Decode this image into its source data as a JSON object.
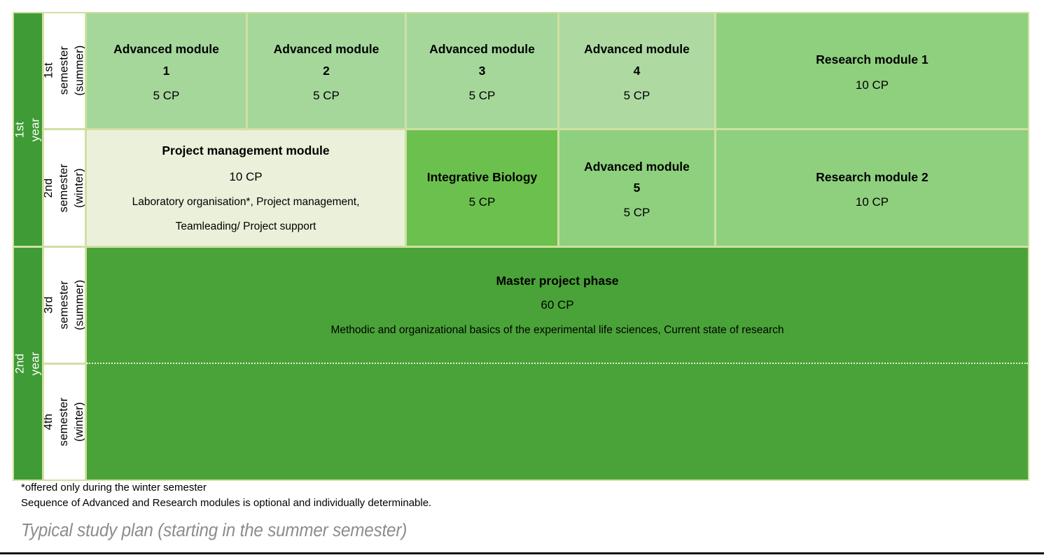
{
  "palette": {
    "year_green": "#3f9b35",
    "master_green": "#4aa338",
    "integrative_green": "#6cc14e",
    "research_green": "#8ed07e",
    "advanced_green": "#a5d79b",
    "advanced4_green": "#aedaa2",
    "project_cream": "#ebf0da",
    "table_border": "#cfe0a2",
    "caption_gray": "#8c8c8c"
  },
  "years": [
    {
      "label": "1st year"
    },
    {
      "label": "2nd year"
    }
  ],
  "semesters": [
    {
      "label": "1st semester\n(summer)"
    },
    {
      "label": "2nd semester\n(winter)"
    },
    {
      "label": "3rd semester\n(summer)"
    },
    {
      "label": "4th semester\n(winter)"
    }
  ],
  "grid": {
    "row1": [
      {
        "title": "Advanced module\n1",
        "cp": "5 CP"
      },
      {
        "title": "Advanced module\n2",
        "cp": "5 CP"
      },
      {
        "title": "Advanced module\n3",
        "cp": "5 CP"
      },
      {
        "title": "Advanced module\n4",
        "cp": "5 CP"
      },
      {
        "title": "Research module 1",
        "cp": "10 CP"
      }
    ],
    "row2": {
      "project": {
        "title": "Project management module",
        "cp": "10 CP",
        "line1": "Laboratory organisation*, Project management,",
        "line2": "Teamleading/ Project support"
      },
      "integrative": {
        "title": "Integrative Biology",
        "cp": "5 CP"
      },
      "adv5": {
        "title": "Advanced module\n5",
        "cp": "5 CP"
      },
      "research2": {
        "title": "Research module 2",
        "cp": "10 CP"
      }
    },
    "master": {
      "title": "Master project phase",
      "cp": "60 CP",
      "desc": "Methodic and organizational basics of the experimental life sciences, Current state of research"
    }
  },
  "footnotes": [
    "*offered only during the winter semester",
    "Sequence of Advanced and Research modules is optional and individually determinable."
  ],
  "caption": "Typical study plan (starting in the summer semester)"
}
